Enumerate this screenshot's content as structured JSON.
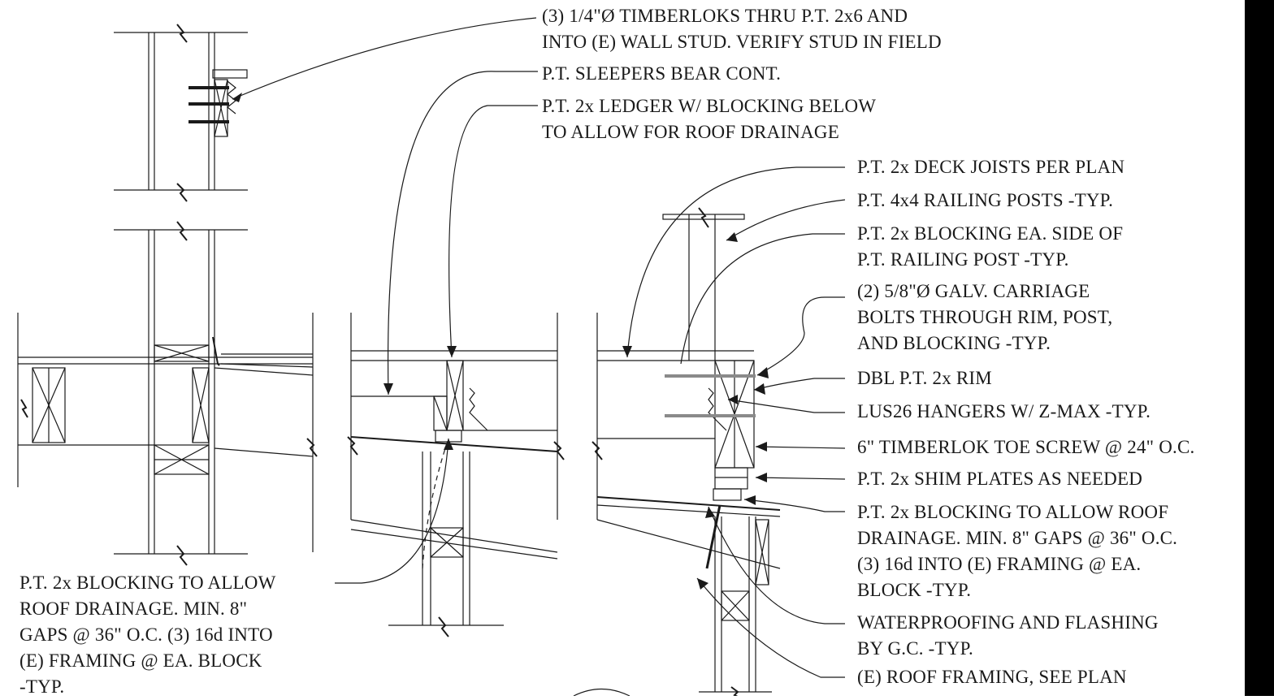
{
  "notes": {
    "timberloks": "(3) 1/4\"Ø TIMBERLOKS THRU P.T. 2x6 AND\nINTO (E) WALL STUD. VERIFY STUD IN FIELD",
    "sleepers": "P.T. SLEEPERS BEAR CONT.",
    "ledger": "P.T. 2x LEDGER W/ BLOCKING BELOW\nTO ALLOW FOR ROOF DRAINAGE",
    "deck_joists": "P.T. 2x DECK JOISTS PER PLAN",
    "railing_posts": "P.T. 4x4 RAILING POSTS -TYP.",
    "blocking_post": "P.T. 2x BLOCKING EA. SIDE OF\nP.T. RAILING POST -TYP.",
    "carriage_bolts": "(2) 5/8\"Ø GALV. CARRIAGE\nBOLTS THROUGH RIM, POST,\nAND BLOCKING -TYP.",
    "dbl_rim": "DBL P.T. 2x RIM",
    "hangers": "LUS26 HANGERS W/ Z-MAX -TYP.",
    "toe_screw": "6\" TIMBERLOK TOE SCREW @ 24\" O.C.",
    "shim_plates": "P.T. 2x SHIM PLATES AS NEEDED",
    "blocking_right": "P.T. 2x BLOCKING TO ALLOW ROOF\nDRAINAGE. MIN. 8\" GAPS @ 36\" O.C.\n(3) 16d INTO (E) FRAMING @ EA.\nBLOCK -TYP.",
    "waterproofing": "WATERPROOFING AND FLASHING\nBY G.C. -TYP.",
    "roof_framing": "(E) ROOF FRAMING, SEE PLAN",
    "blocking_left": "P.T. 2x BLOCKING TO ALLOW\nROOF DRAINAGE. MIN. 8\"\nGAPS @ 36\" O.C. (3) 16d INTO\n(E) FRAMING @ EA. BLOCK\n-TYP."
  },
  "colors": {
    "ink": "#1a1a1a",
    "bolt_gray": "#8a8a8a",
    "border": "#000000"
  }
}
